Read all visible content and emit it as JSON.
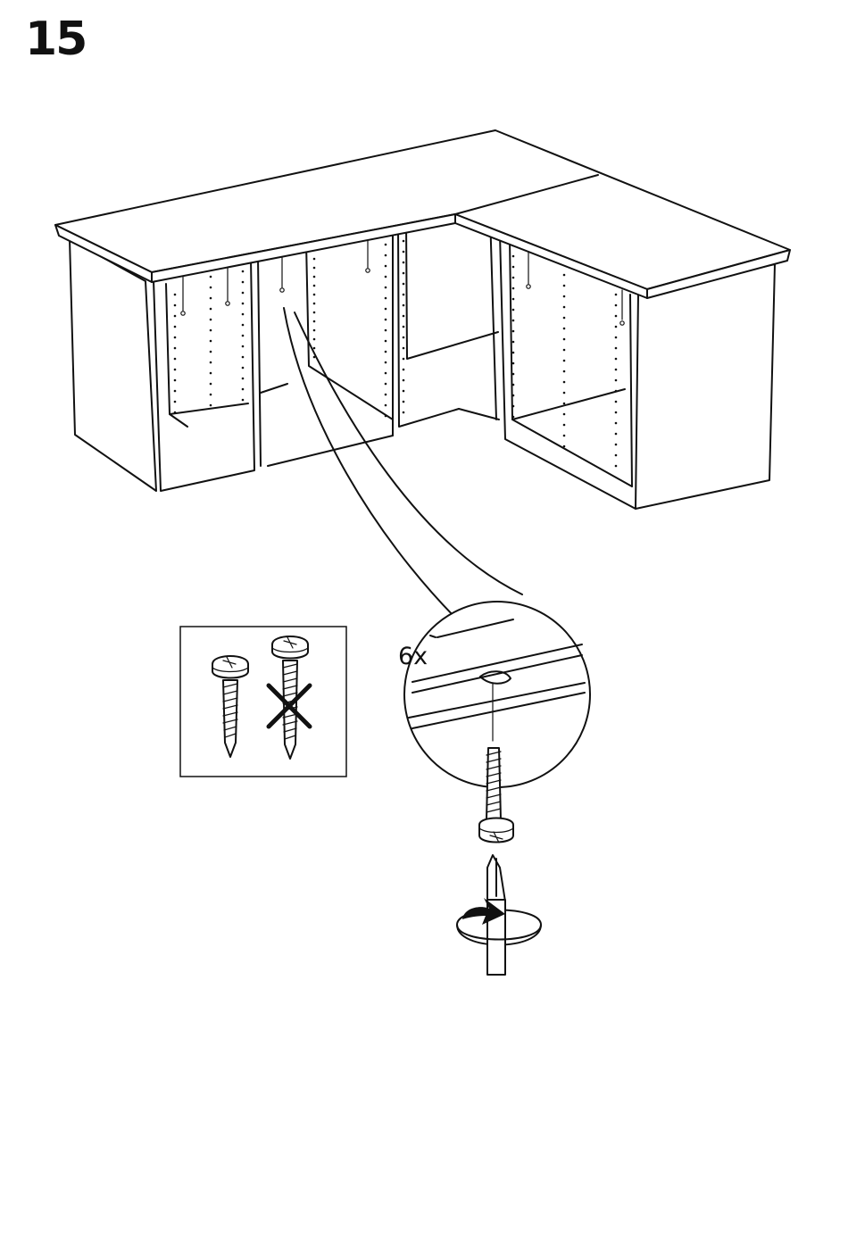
{
  "step": {
    "number": "15"
  },
  "callout": {
    "quantity": "6x"
  },
  "icons": {
    "furniture": "corner-desk-illustration",
    "correct_screw": "pan-head-screw-icon",
    "wrong_screw": "long-screw-icon",
    "reject_mark": "x-mark-icon",
    "tool": "screwdriver-icon",
    "rotation": "clockwise-rotation-arrow-icon"
  },
  "colors": {
    "line": "#111111",
    "background": "#ffffff"
  }
}
